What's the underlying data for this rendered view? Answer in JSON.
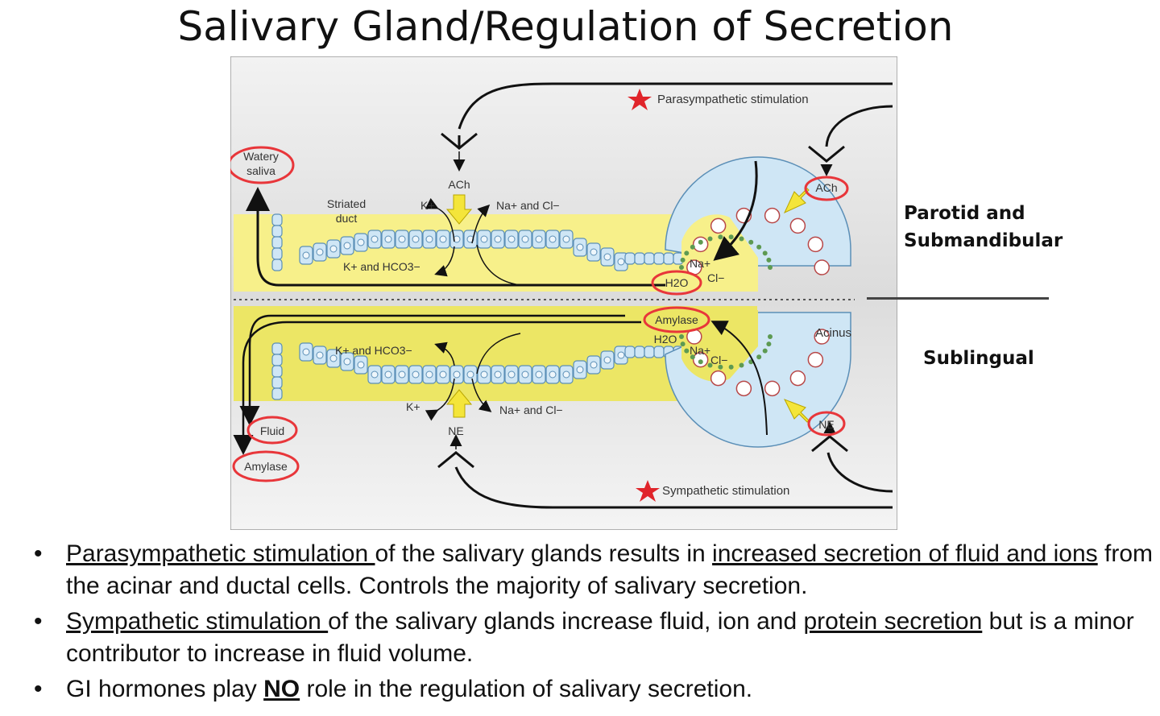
{
  "title": "Salivary Gland/Regulation of Secretion",
  "figure": {
    "parasympathetic_label": "Parasympathetic stimulation",
    "sympathetic_label": "Sympathetic stimulation",
    "watery_saliva_line1": "Watery",
    "watery_saliva_line2": "saliva",
    "striated_duct_line1": "Striated",
    "striated_duct_line2": "duct",
    "ach_top": "ACh",
    "ach_right": "ACh",
    "k_top": "K+",
    "na_cl_top": "Na+ and Cl−",
    "k_hco3_top": "K+ and HCO3−",
    "na_top": "Na+",
    "cl_top": "Cl−",
    "h2o_top": "H2O",
    "amylase_mid": "Amylase",
    "h2o_bottom": "H2O",
    "na_bottom": "Na+",
    "cl_bottom": "Cl−",
    "acinus": "Acinus",
    "k_hco3_bottom": "K+ and HCO3−",
    "k_bottom": "K+",
    "na_cl_bottom": "Na+ and Cl−",
    "ne_bottom": "NE",
    "ne_right": "NE",
    "fluid": "Fluid",
    "amylase_out": "Amylase",
    "highlight_color": "#e8363a",
    "lumen_color": "#f7f08a",
    "cell_color": "#cfe6f5"
  },
  "side_labels": {
    "upper_line1": "Parotid and",
    "upper_line2": "Submandibular",
    "lower": "Sublingual"
  },
  "bullets": [
    {
      "p1": "Parasympathetic stimulation ",
      "p2": "of the salivary glands results in ",
      "p3": "increased secretion of fluid and ions",
      "p4": " from the acinar and ductal cells.  Controls the majority of salivary secretion."
    },
    {
      "p1": "Sympathetic stimulation ",
      "p2": "of the salivary glands increase fluid, ion and ",
      "p3": "protein secretion",
      "p4": " but is a minor contributor to increase in fluid volume."
    },
    {
      "p1": "GI hormones play ",
      "p2": "NO",
      "p3": " role in the regulation of salivary secretion."
    }
  ]
}
